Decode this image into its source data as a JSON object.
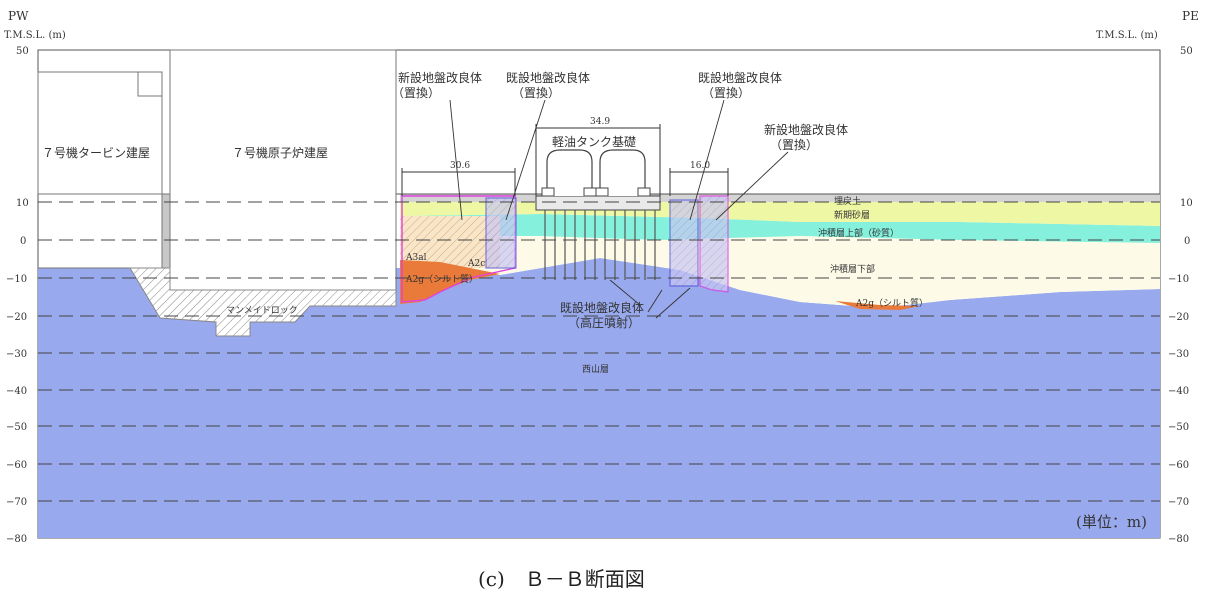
{
  "header": {
    "left_side": "PW",
    "right_side": "PE",
    "left_unit": "T.M.S.L. (m)",
    "right_unit": "T.M.S.L. (m)"
  },
  "axis": {
    "ticks": [
      "50",
      "10",
      "0",
      "−10",
      "−20",
      "−30",
      "−40",
      "−50",
      "−60",
      "−70",
      "−80"
    ]
  },
  "buildings": {
    "turbine": "７号機タービン建屋",
    "reactor": "７号機原子炉建屋",
    "foundation": "軽油タンク基礎"
  },
  "dimensions": {
    "d1": "30.6",
    "d2": "34.9",
    "d3": "16.0"
  },
  "callouts": {
    "new_left_1": "新設地盤改良体",
    "new_left_2": "（置換）",
    "exist_left_1": "既設地盤改良体",
    "exist_left_2": "（置換）",
    "exist_right_1": "既設地盤改良体",
    "exist_right_2": "（置換）",
    "new_right_1": "新設地盤改良体",
    "new_right_2": "（置換）",
    "jet_1": "既設地盤改良体",
    "jet_2": "（高圧噴射）"
  },
  "layers": {
    "fill": "埋戻土",
    "new_sand": "新期砂層",
    "upper_alluvium": "沖積層上部（砂質）",
    "lower_alluvium": "沖積層下部",
    "a2g_right": "A2g（シルト質）",
    "a2g_left": "A2g（シルト質）",
    "a3al": "A3al",
    "a2c": "A2c",
    "mmr": "マンメイドロック",
    "nishiyama": "西山層"
  },
  "unit_note": "(単位：m)",
  "caption": "(c)　Ｂ－Ｂ断面図",
  "colors": {
    "nishiyama": "#99a9ee",
    "lower_alluvium": "#fdfbe8",
    "upper_alluvium": "#85f0dc",
    "new_sand": "#eef7a4",
    "fill": "#d4d4d4",
    "a3al": "#f5c78d",
    "a2g": "#ea7a3a",
    "improvement_outline": "#e040e0",
    "improvement_fill": "#b0b0f0"
  }
}
